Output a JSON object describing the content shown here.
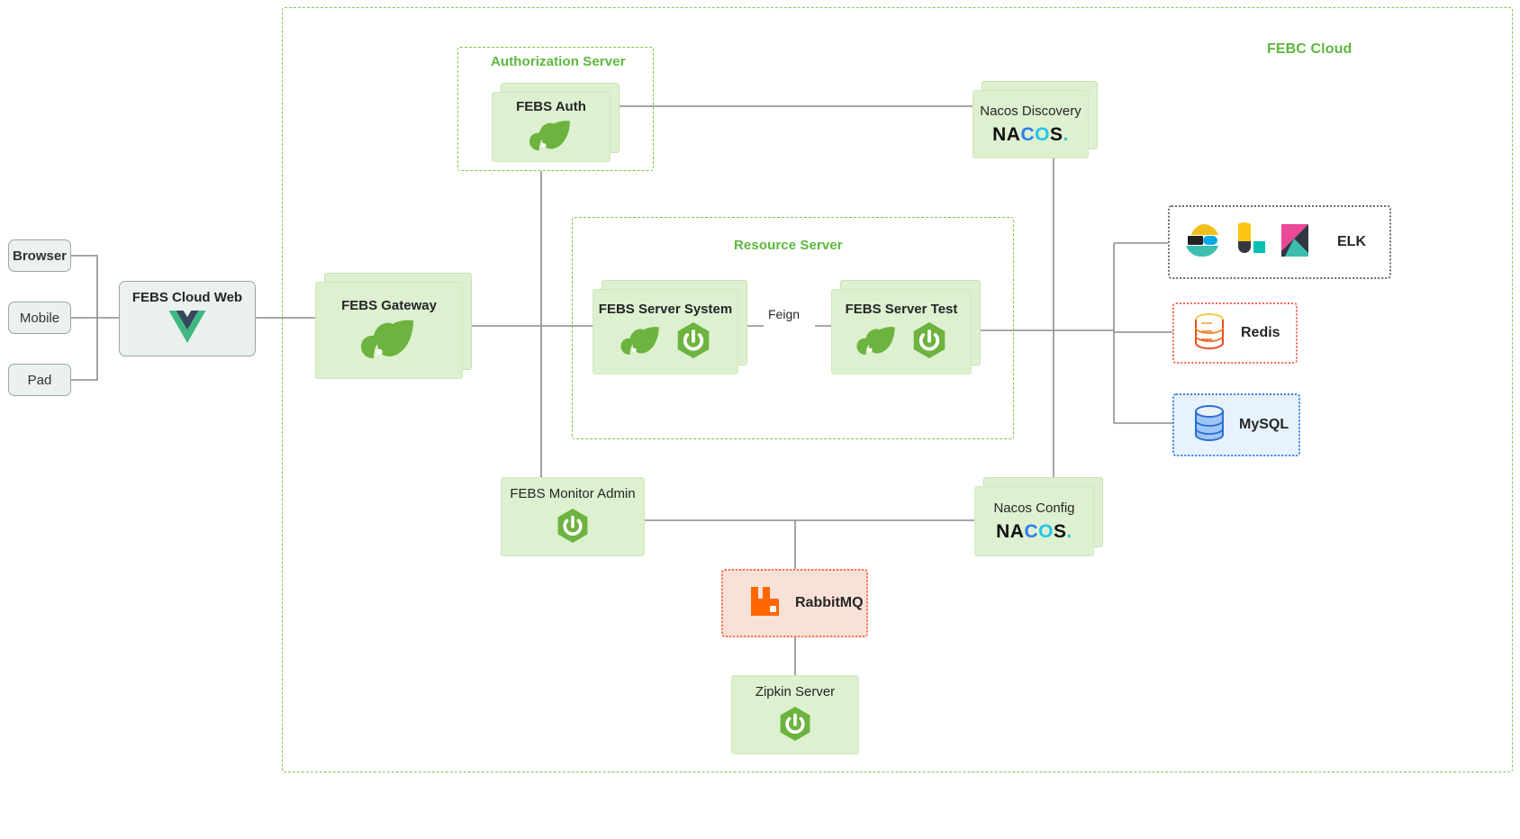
{
  "diagram": {
    "title": "FEBC Cloud",
    "cloud_label": "FEBC Cloud",
    "accent_green": "#5cb83c",
    "node_fill_green": "#ddf0d0",
    "client_fill": "#eaf1ef"
  },
  "clients": [
    {
      "label": "Browser",
      "name": "browser"
    },
    {
      "label": "Mobile",
      "name": "mobile"
    },
    {
      "label": "Pad",
      "name": "pad"
    }
  ],
  "web": {
    "label": "FEBS Cloud Web",
    "icon": "vue-icon"
  },
  "groups": {
    "authorization": {
      "title": "Authorization Server"
    },
    "resource": {
      "title": "Resource Server"
    },
    "cloud": {
      "title": "FEBC Cloud"
    }
  },
  "services": {
    "gateway": {
      "label": "FEBS Gateway",
      "icons": [
        "spring-cloud-icon"
      ]
    },
    "auth": {
      "label": "FEBS Auth",
      "icons": [
        "spring-cloud-icon"
      ]
    },
    "server_system": {
      "label": "FEBS Server System",
      "icons": [
        "spring-cloud-icon",
        "spring-boot-icon"
      ]
    },
    "server_test": {
      "label": "FEBS Server Test",
      "icons": [
        "spring-cloud-icon",
        "spring-boot-icon"
      ]
    },
    "monitor_admin": {
      "label": "FEBS Monitor Admin",
      "icons": [
        "spring-boot-icon"
      ]
    },
    "zipkin": {
      "label": "Zipkin Server",
      "icons": [
        "spring-boot-icon"
      ]
    }
  },
  "registry": {
    "discovery": {
      "label": "Nacos Discovery",
      "logo_text": "NACOS."
    },
    "config": {
      "label": "Nacos Config",
      "logo_text": "NACOS."
    }
  },
  "infra": {
    "elk": {
      "label": "ELK",
      "icons": [
        "elasticsearch-icon",
        "logstash-icon",
        "kibana-icon"
      ]
    },
    "redis": {
      "label": "Redis",
      "icon": "redis-cylinder-icon"
    },
    "mysql": {
      "label": "MySQL",
      "icon": "mysql-cylinder-icon"
    },
    "rabbitmq": {
      "label": "RabbitMQ",
      "icon": "rabbitmq-icon"
    }
  },
  "edges": {
    "feign": "Feign"
  }
}
